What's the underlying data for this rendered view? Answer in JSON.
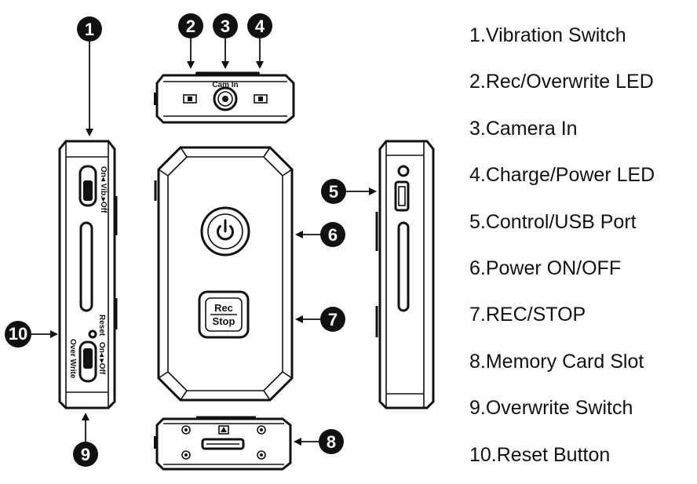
{
  "legend": [
    "1.Vibration Switch",
    "2.Rec/Overwrite LED",
    "3.Camera In",
    "4.Charge/Power LED",
    "5.Control/USB Port",
    "6.Power ON/OFF",
    "7.REC/STOP",
    "8.Memory Card Slot",
    "9.Overwrite Switch",
    "10.Reset Button"
  ],
  "callouts": [
    "1",
    "2",
    "3",
    "4",
    "5",
    "6",
    "7",
    "8",
    "9",
    "10"
  ],
  "labels": {
    "cam_in": "Cam In",
    "on_vib_off": "On◂ Vib.▸Off",
    "reset": "Reset",
    "on_off": "On◂ ▸Off",
    "over_write": "Over Write",
    "rec": "Rec",
    "stop": "Stop"
  },
  "icons": {
    "power": "power-icon",
    "sd_card": "sd-card-icon"
  }
}
